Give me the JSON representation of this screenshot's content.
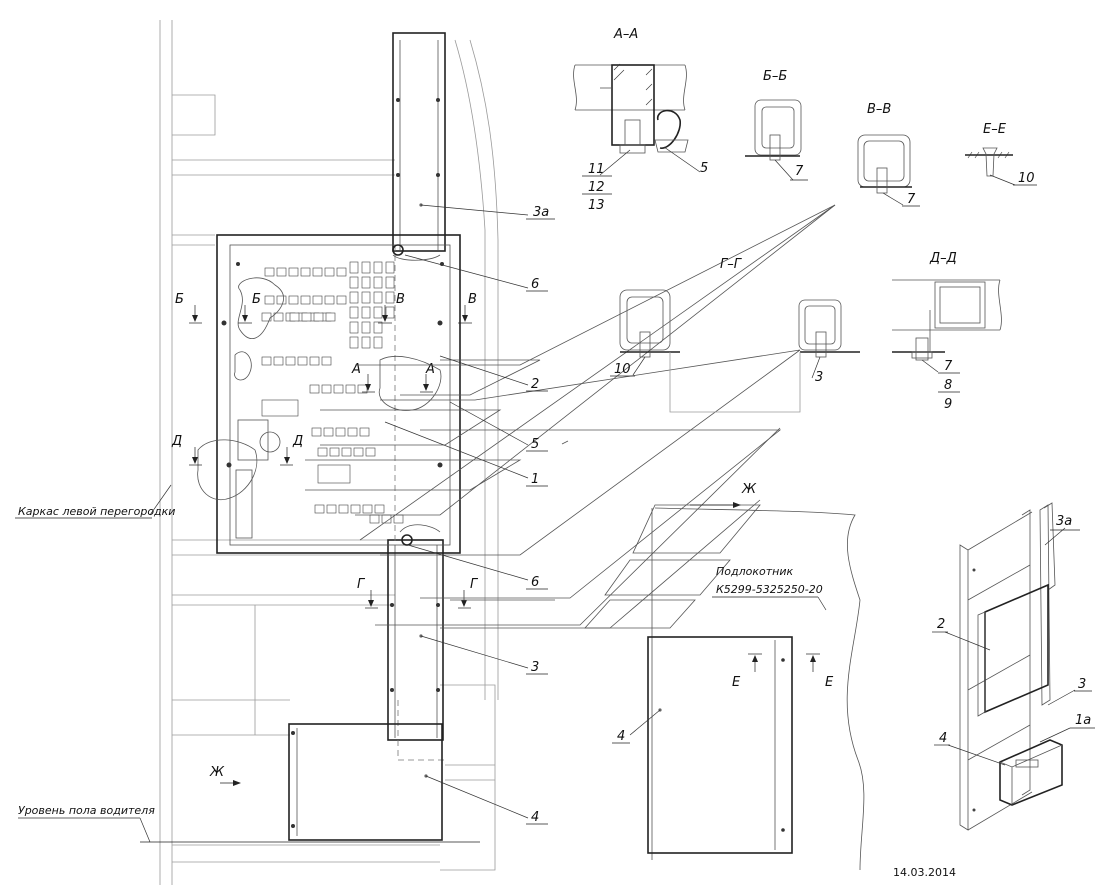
{
  "sections": {
    "aa": "А–А",
    "bb": "Б–Б",
    "vv": "В–В",
    "ee": "Е–Е",
    "gg": "Г–Г",
    "dd": "Д–Д"
  },
  "section_marks": {
    "b": "Б",
    "v": "В",
    "a": "А",
    "d": "Д",
    "g": "Г",
    "e": "Е",
    "zh": "Ж"
  },
  "labels": {
    "left_frame": "Каркас левой перегородки",
    "floor_level": "Уровень пола водителя",
    "armrest_title": "Подлокотник",
    "armrest_code": "К5299-5325250-20",
    "date": "14.03.2014"
  },
  "positions": {
    "p3a": "3а",
    "p6": "6",
    "p2": "2",
    "p5": "5",
    "p1": "1",
    "p3": "3",
    "p4": "4",
    "p1a": "1а",
    "p7": "7",
    "p8": "8",
    "p9": "9",
    "p10": "10",
    "p11": "11",
    "p12": "12",
    "p13": "13"
  }
}
